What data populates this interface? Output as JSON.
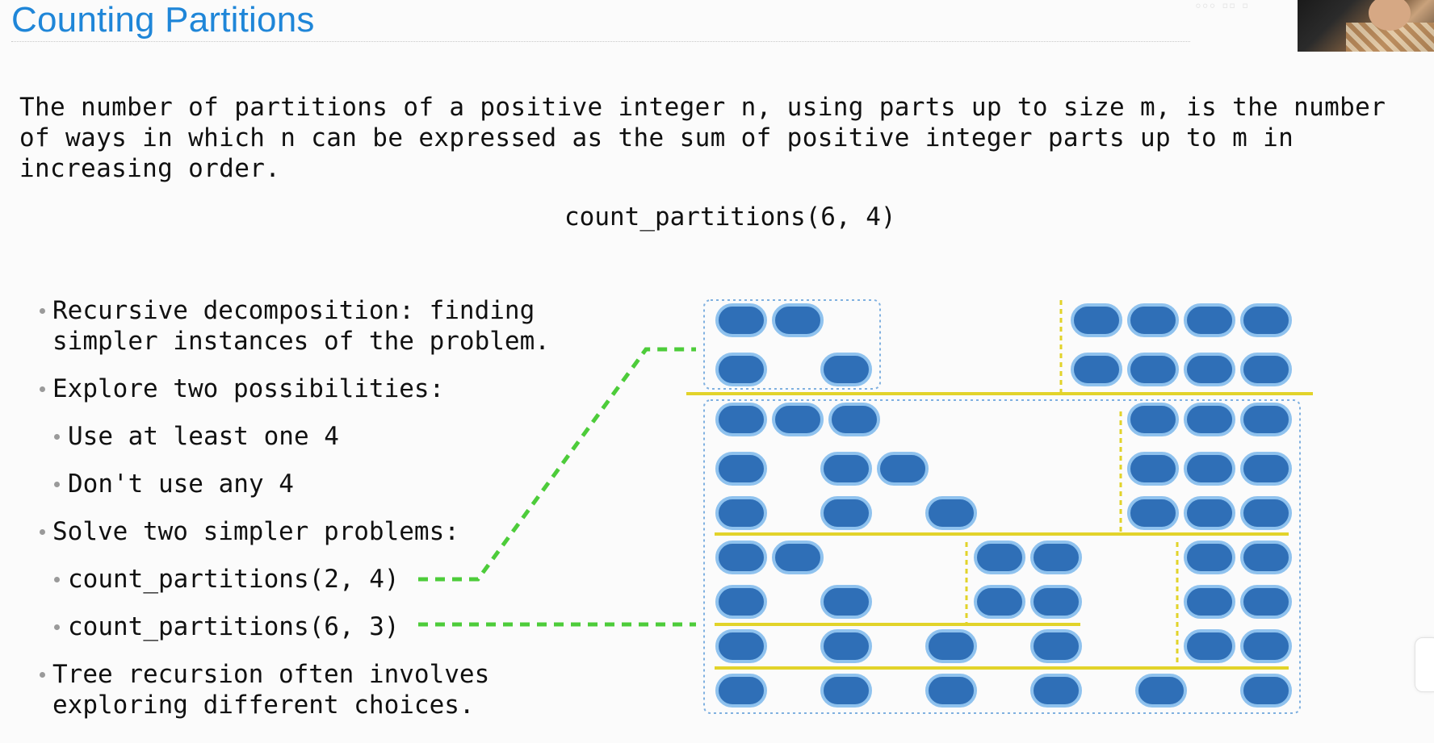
{
  "slide": {
    "title": "Counting Partitions",
    "paragraph": "The number of partitions of a positive integer n, using parts up to size m, is the number\nof ways in which n can be expressed as the sum of positive integer parts up to m in\nincreasing order.",
    "call": "count_partitions(6, 4)",
    "bullets": [
      {
        "level": 1,
        "text": "Recursive decomposition: finding"
      },
      {
        "level": 1,
        "text": "simpler instances of the problem.",
        "continuation": true
      },
      {
        "level": 1,
        "text": "Explore two possibilities:"
      },
      {
        "level": 2,
        "text": "Use at least one 4"
      },
      {
        "level": 2,
        "text": "Don't use any 4"
      },
      {
        "level": 1,
        "text": "Solve two simpler problems:"
      },
      {
        "level": 2,
        "text": "count_partitions(2, 4)"
      },
      {
        "level": 2,
        "text": "count_partitions(6, 3)"
      },
      {
        "level": 1,
        "text": "Tree recursion often involves"
      },
      {
        "level": 1,
        "text": "exploring different choices.",
        "continuation": true
      }
    ]
  },
  "partitions": {
    "n": 6,
    "m": 4,
    "use_at_least_one_4": [
      {
        "parts": [
          2,
          4
        ]
      },
      {
        "parts": [
          1,
          1,
          4
        ]
      }
    ],
    "dont_use_any_4": [
      {
        "parts": [
          3,
          3
        ]
      },
      {
        "parts": [
          1,
          2,
          3
        ]
      },
      {
        "parts": [
          1,
          1,
          1,
          3
        ]
      },
      {
        "parts": [
          2,
          2,
          2
        ]
      },
      {
        "parts": [
          1,
          1,
          2,
          2
        ]
      },
      {
        "parts": [
          1,
          1,
          1,
          1,
          2
        ]
      },
      {
        "parts": [
          1,
          1,
          1,
          1,
          1,
          1
        ]
      }
    ]
  },
  "colors": {
    "title": "#1f86d8",
    "block_fill": "#2f6fb7",
    "block_stroke": "#8fc2ee",
    "separator": "#e2d32a",
    "group_border": "#7fb0e0",
    "connector": "#4dcc3a"
  }
}
